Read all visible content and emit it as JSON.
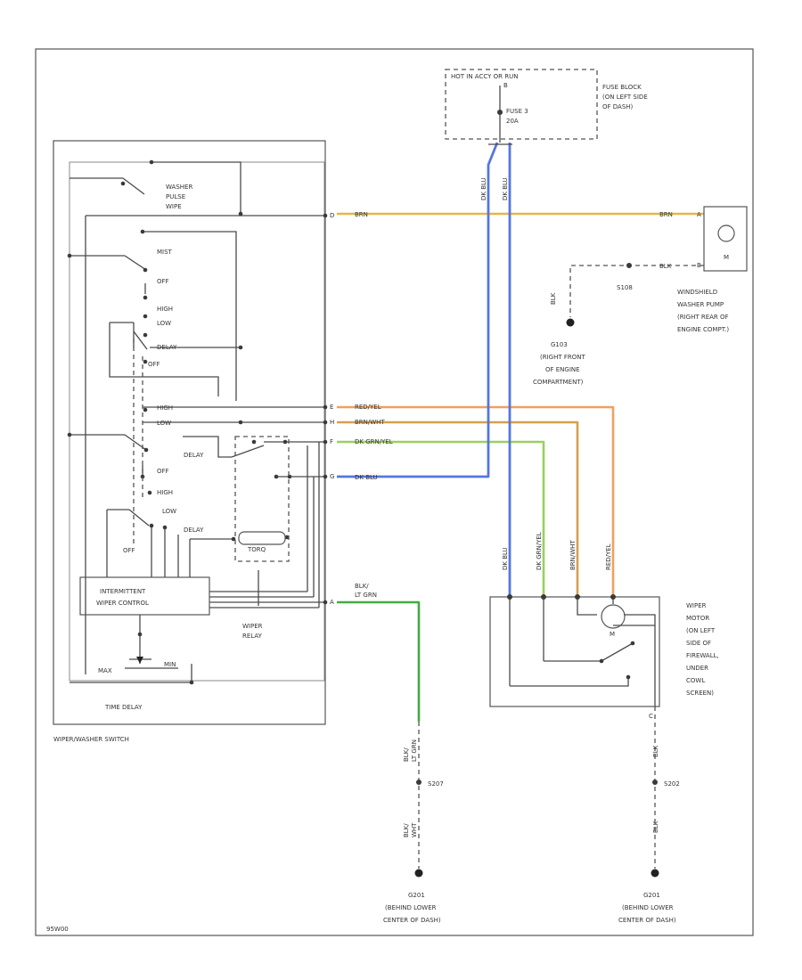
{
  "colors": {
    "background": "#ffffff",
    "line": "#4a4a4a",
    "wire_brn": "#e0b84a",
    "wire_red_yel": "#f0a060",
    "wire_brn_wht": "#d4a050",
    "wire_dk_grn_yel": "#9ad060",
    "wire_dk_blu": "#5577dd",
    "wire_blk_lt_grn": "#44aa44"
  },
  "fuse": {
    "header": "HOT IN ACCY OR RUN",
    "pin": "B",
    "name": "FUSE 3",
    "rating": "20A",
    "block_label": [
      "FUSE BLOCK",
      "(ON LEFT SIDE",
      "OF DASH)"
    ]
  },
  "switch": {
    "caption": "WIPER/WASHER SWITCH",
    "time_delay": "TIME DELAY",
    "washer_pulse": [
      "WASHER",
      "PULSE",
      "WIPE"
    ],
    "mist": "MIST",
    "off": "OFF",
    "high": "HIGH",
    "low": "LOW",
    "delay": "DELAY",
    "delay_res": "DELAY",
    "relay_coil": "TORQ",
    "intermittent": [
      "INTERMITTENT",
      "WIPER CONTROL"
    ],
    "wiper_relay": [
      "WIPER",
      "RELAY"
    ],
    "time_max": "MAX",
    "time_min": "MIN"
  },
  "pins": [
    "D",
    "E",
    "H",
    "F",
    "G",
    "A",
    "B"
  ],
  "wires": {
    "brn_left": "BRN",
    "brn_right": "BRN",
    "red_yel": "RED/YEL",
    "brn_wht": "BRN/WHT",
    "dk_grn_yel": "DK GRN/YEL",
    "dk_blu": "DK BLU",
    "blk_lt_grn": [
      "BLK/",
      "LT GRN"
    ],
    "fuse_a": "DK BLU",
    "fuse_b": "DK BLU",
    "vert_blu": "DK BLU",
    "vert_grn_yel": "DK GRN/YEL",
    "vert_brn_wht": "BRN/WHT",
    "vert_red_yel": "RED/YEL",
    "blk_ground": "BLK",
    "blk_pump": "BLK",
    "s207_upper": [
      "BLK/",
      "LT GRN"
    ],
    "s207_lower": [
      "BLK/",
      "WHT"
    ],
    "s202_upper": "BLK",
    "s202_lower": "BLK"
  },
  "pump": {
    "symbol": "M",
    "pin_top": "A",
    "pin_bottom": "B",
    "label": [
      "WINDSHIELD",
      "WASHER PUMP",
      "(RIGHT REAR OF",
      "ENGINE COMPT.)"
    ]
  },
  "motor": {
    "symbol": "M",
    "pin_ground": "C",
    "label": [
      "WIPER",
      "MOTOR",
      "(ON LEFT",
      "SIDE OF",
      "FIREWALL,",
      "UNDER",
      "COWL",
      "SCREEN)"
    ]
  },
  "splices": {
    "s108": "S108",
    "s207": "S207",
    "s202": "S202"
  },
  "grounds": {
    "g103": [
      "G103",
      "(RIGHT FRONT",
      "OF ENGINE",
      "COMPARTMENT)"
    ],
    "g201": [
      "G201",
      "(BEHIND LOWER",
      "CENTER OF DASH)"
    ],
    "g201b": [
      "G201",
      "(BEHIND LOWER",
      "CENTER OF DASH)"
    ]
  },
  "footer_code": "95W00"
}
